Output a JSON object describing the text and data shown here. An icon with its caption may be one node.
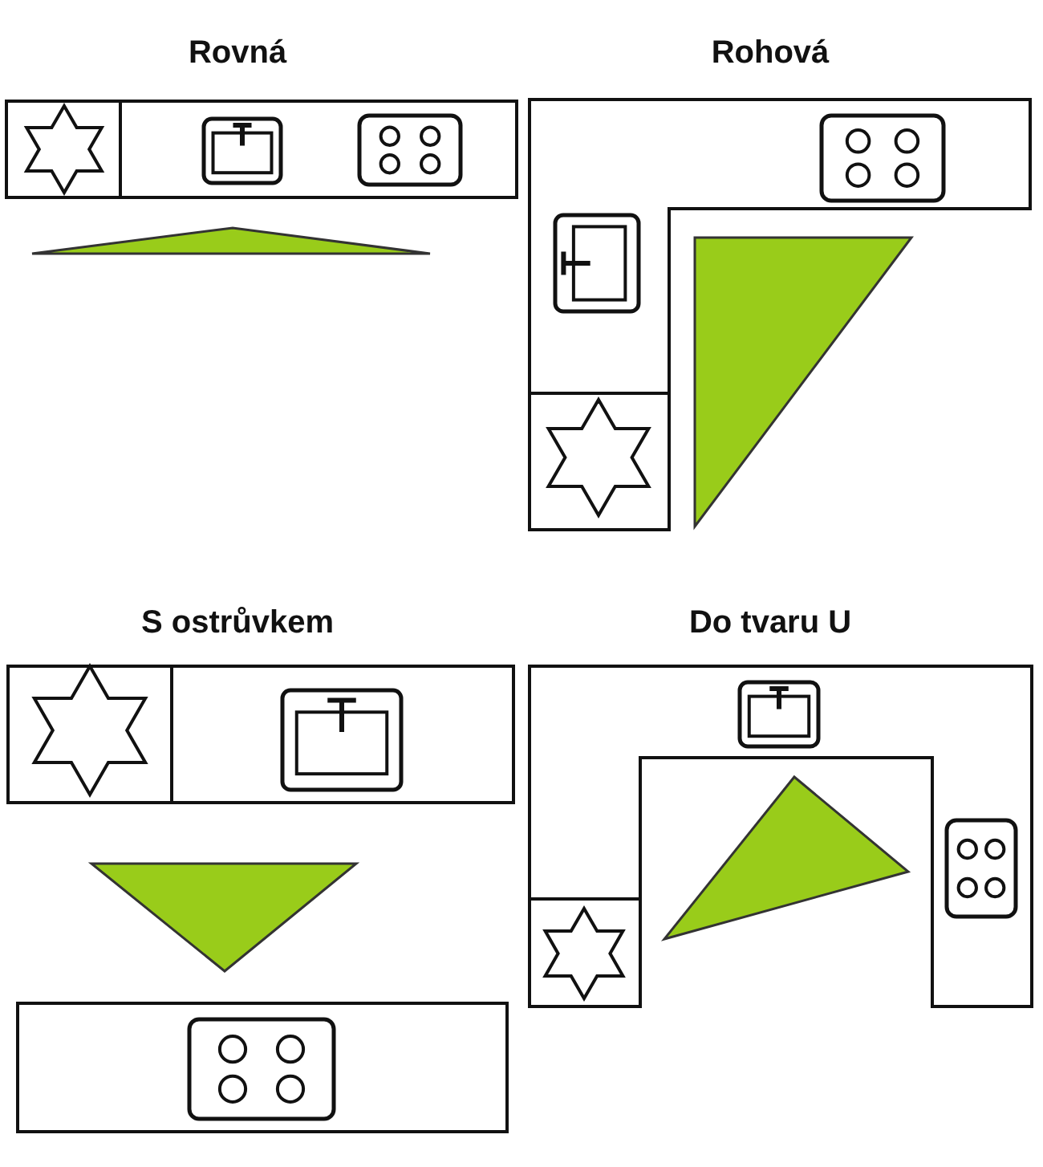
{
  "diagram": {
    "labels": [
      "Rovná",
      "Rohová",
      "S ostrůvkem",
      "Do tvaru U"
    ]
  }
}
